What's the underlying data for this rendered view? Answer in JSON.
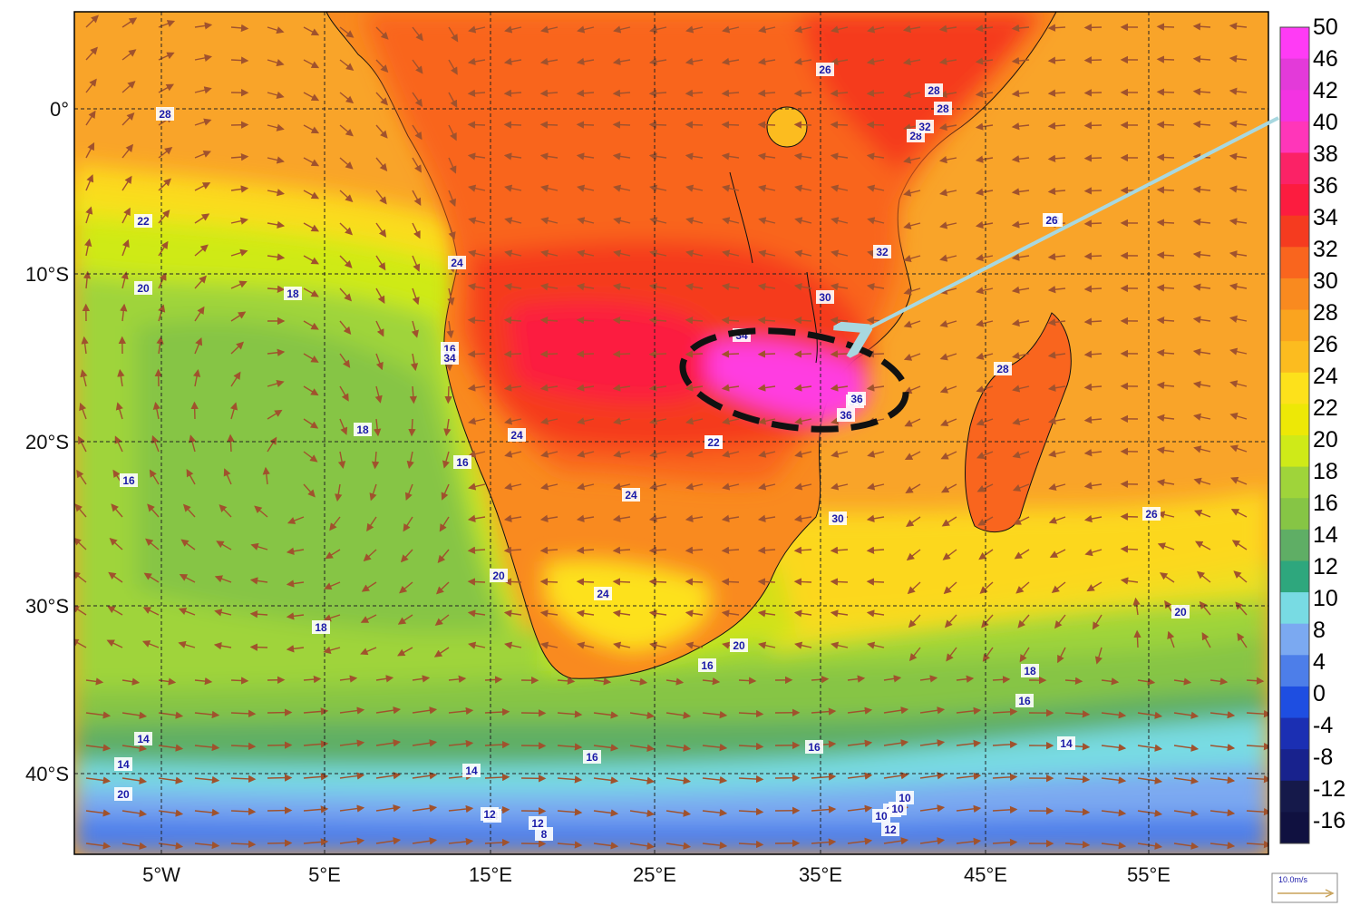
{
  "map": {
    "lon_labels": [
      "5°W",
      "5°E",
      "15°E",
      "25°E",
      "35°E",
      "45°E",
      "55°E"
    ],
    "lat_labels": [
      "0°",
      "10°S",
      "20°S",
      "30°S",
      "40°S"
    ],
    "wind_scale_label": "10.0m/s",
    "annotation": "dashed-ellipse-with-arrow",
    "colors": {
      "ocean_warm": "#f9a429",
      "land_hot": "#f53b1f",
      "max_heat": "#ff3ce1",
      "outline": "#000000",
      "arrow": "#a8d8e0"
    }
  },
  "colorbar": {
    "labels": [
      "50",
      "46",
      "42",
      "40",
      "38",
      "36",
      "34",
      "32",
      "30",
      "28",
      "26",
      "24",
      "22",
      "20",
      "18",
      "16",
      "14",
      "12",
      "10",
      "8",
      "4",
      "0",
      "-4",
      "-8",
      "-12",
      "-16"
    ],
    "colors": [
      "#ff3bf5",
      "#e33ad9",
      "#f333e2",
      "#ff36b9",
      "#fb2266",
      "#fc1c3f",
      "#f53b1f",
      "#f9651e",
      "#f98a1f",
      "#faa41f",
      "#fcbc1f",
      "#fde11b",
      "#ede806",
      "#cfea18",
      "#9fd43a",
      "#86c545",
      "#5fae65",
      "#2ea77d",
      "#78dbe3",
      "#7ba9f1",
      "#4d7ee9",
      "#1e4ee1",
      "#1b2fb3",
      "#18228d",
      "#15194a",
      "#101140"
    ]
  },
  "contour_labels": [
    {
      "text": "28"
    },
    {
      "text": "22"
    },
    {
      "text": "20"
    },
    {
      "text": "18"
    },
    {
      "text": "16"
    },
    {
      "text": "18"
    },
    {
      "text": "24"
    },
    {
      "text": "26"
    },
    {
      "text": "28"
    },
    {
      "text": "28"
    },
    {
      "text": "18"
    },
    {
      "text": "16"
    },
    {
      "text": "14"
    },
    {
      "text": "24"
    },
    {
      "text": "24"
    },
    {
      "text": "20"
    },
    {
      "text": "16"
    },
    {
      "text": "14"
    },
    {
      "text": "22"
    },
    {
      "text": "20"
    },
    {
      "text": "24"
    },
    {
      "text": "18"
    },
    {
      "text": "20"
    },
    {
      "text": "16"
    },
    {
      "text": "14"
    },
    {
      "text": "16"
    },
    {
      "text": "30"
    },
    {
      "text": "34"
    },
    {
      "text": "32"
    },
    {
      "text": "30"
    },
    {
      "text": "32"
    },
    {
      "text": "34"
    },
    {
      "text": "36"
    },
    {
      "text": "28"
    },
    {
      "text": "26"
    },
    {
      "text": "16"
    },
    {
      "text": "16"
    },
    {
      "text": "14"
    },
    {
      "text": "28"
    },
    {
      "text": "20"
    },
    {
      "text": "32"
    },
    {
      "text": "36"
    },
    {
      "text": "34"
    },
    {
      "text": "14"
    },
    {
      "text": "12"
    },
    {
      "text": "10"
    },
    {
      "text": "16"
    },
    {
      "text": "8"
    },
    {
      "text": "12"
    },
    {
      "text": "10"
    },
    {
      "text": "10"
    },
    {
      "text": "26"
    },
    {
      "text": "22"
    },
    {
      "text": "12"
    }
  ]
}
